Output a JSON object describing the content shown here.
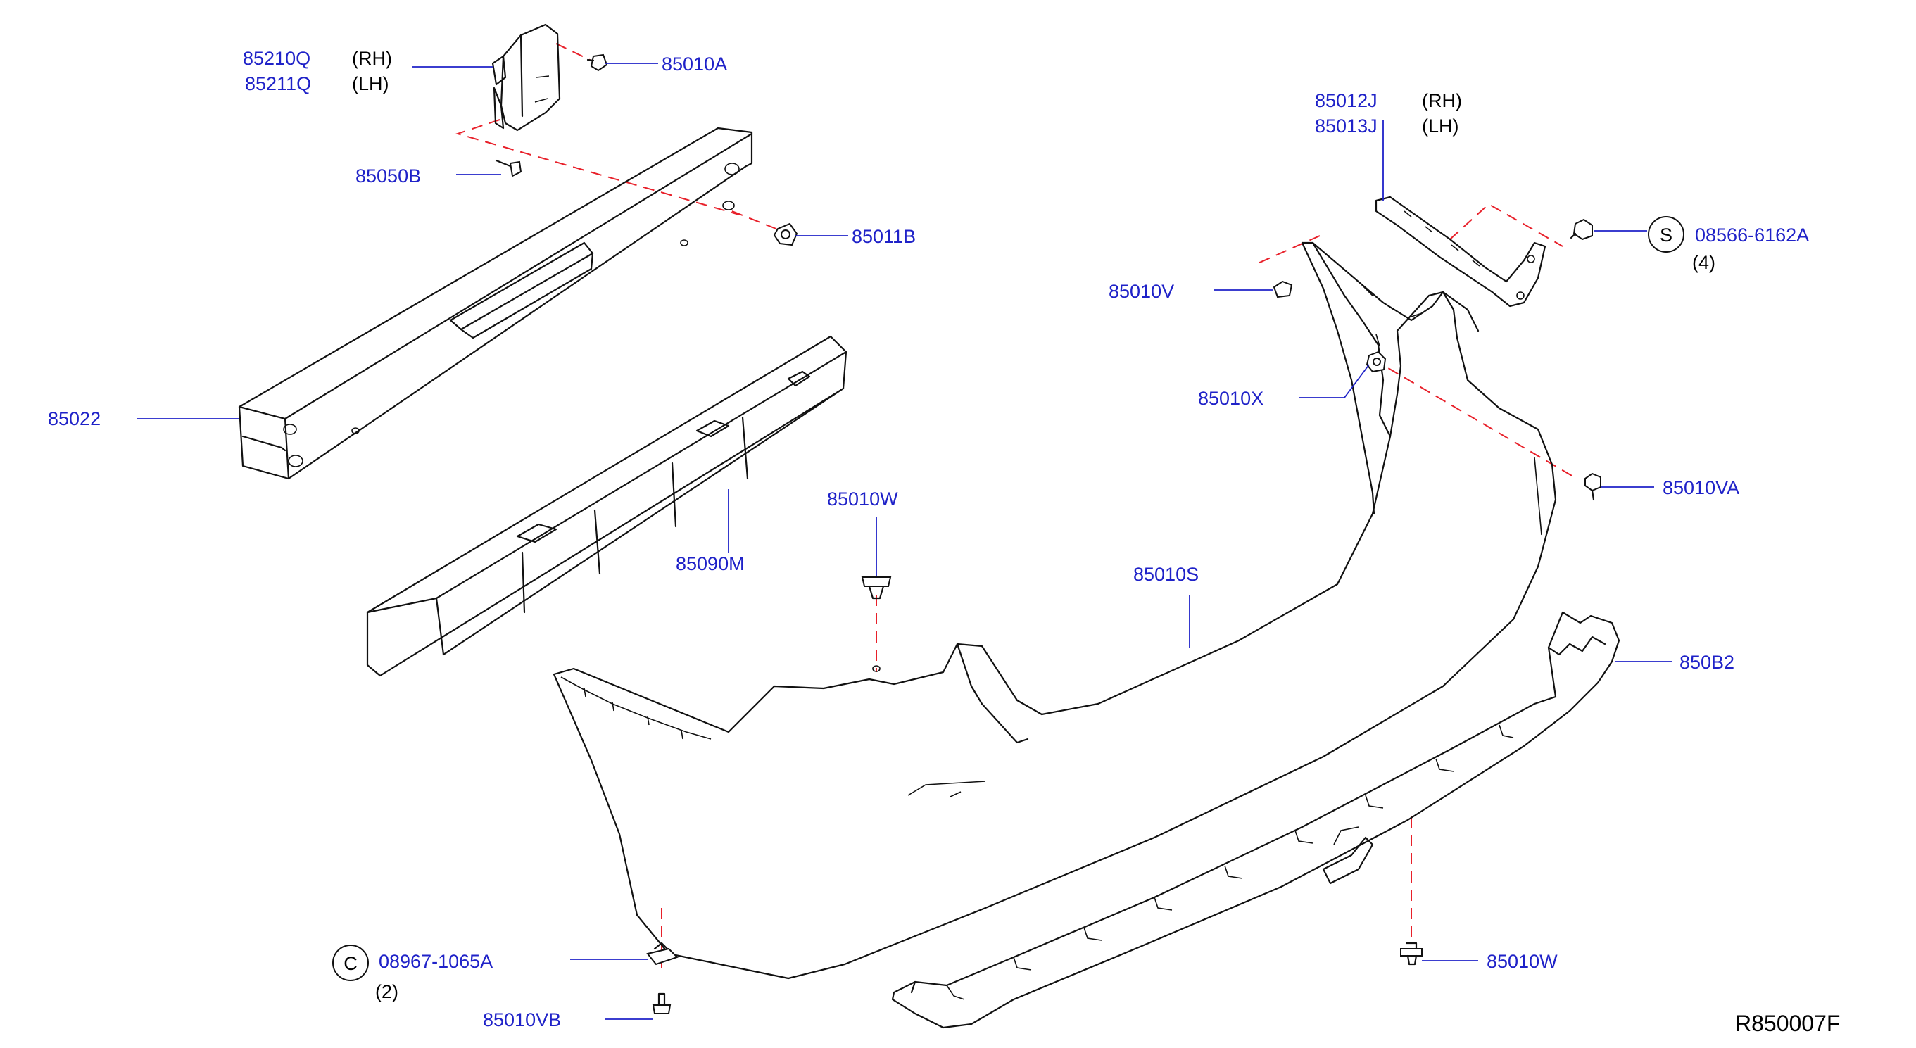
{
  "diagram": {
    "reference_code": "R850007F",
    "callouts": [
      {
        "id": "c1",
        "part": "85210Q",
        "side": "(RH)"
      },
      {
        "id": "c2",
        "part": "85211Q",
        "side": "(LH)"
      },
      {
        "id": "c3",
        "part": "85010A"
      },
      {
        "id": "c4",
        "part": "85050B"
      },
      {
        "id": "c5",
        "part": "85011B"
      },
      {
        "id": "c6",
        "part": "85022"
      },
      {
        "id": "c7",
        "part": "85090M"
      },
      {
        "id": "c8",
        "part": "85010W"
      },
      {
        "id": "c9",
        "part": "85010S"
      },
      {
        "id": "c10",
        "part": "85012J",
        "side": "(RH)"
      },
      {
        "id": "c11",
        "part": "85013J",
        "side": "(LH)"
      },
      {
        "id": "c12",
        "part": "08566-6162A",
        "symbol": "S",
        "qty": "(4)"
      },
      {
        "id": "c13",
        "part": "85010V"
      },
      {
        "id": "c14",
        "part": "85010X"
      },
      {
        "id": "c15",
        "part": "85010VA"
      },
      {
        "id": "c16",
        "part": "850B2"
      },
      {
        "id": "c17",
        "part": "08967-1065A",
        "symbol": "C",
        "qty": "(2)"
      },
      {
        "id": "c18",
        "part": "85010VB"
      },
      {
        "id": "c19",
        "part": "85010W"
      }
    ],
    "colors": {
      "part_number": "#1f22c8",
      "leader_line": "#1f22c8",
      "dashed_alignment": "#e8202a",
      "outline": "#111111"
    }
  }
}
